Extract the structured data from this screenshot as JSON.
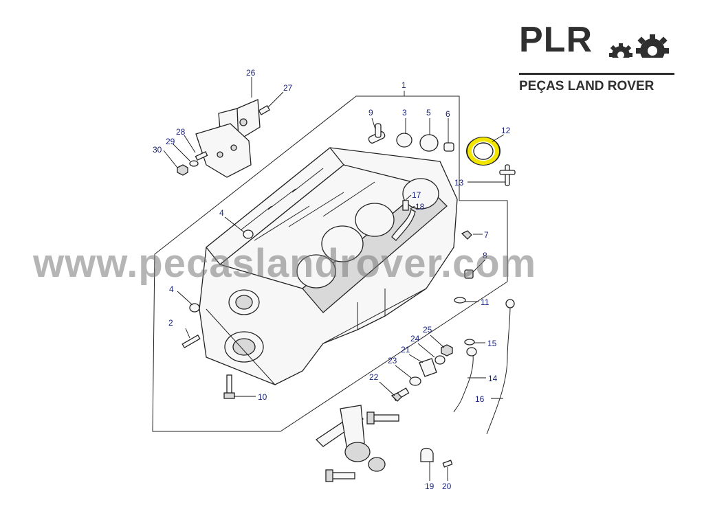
{
  "brand": {
    "name": "PLR",
    "tagline": "PEÇAS LAND ROVER"
  },
  "watermark": "www.pecaslandrover.com",
  "callouts": [
    {
      "n": "1"
    },
    {
      "n": "2"
    },
    {
      "n": "3"
    },
    {
      "n": "4"
    },
    {
      "n": "4"
    },
    {
      "n": "5"
    },
    {
      "n": "6"
    },
    {
      "n": "7"
    },
    {
      "n": "8"
    },
    {
      "n": "9"
    },
    {
      "n": "10"
    },
    {
      "n": "11"
    },
    {
      "n": "12"
    },
    {
      "n": "13"
    },
    {
      "n": "14"
    },
    {
      "n": "15"
    },
    {
      "n": "16"
    },
    {
      "n": "17"
    },
    {
      "n": "18"
    },
    {
      "n": "19"
    },
    {
      "n": "20"
    },
    {
      "n": "21"
    },
    {
      "n": "22"
    },
    {
      "n": "23"
    },
    {
      "n": "24"
    },
    {
      "n": "25"
    },
    {
      "n": "26"
    },
    {
      "n": "27"
    },
    {
      "n": "28"
    },
    {
      "n": "29"
    },
    {
      "n": "30"
    }
  ],
  "colors": {
    "callout": "#1a237e",
    "highlight": "#f2e600",
    "brand": "#2f2f2f"
  },
  "highlighted_part": "12"
}
